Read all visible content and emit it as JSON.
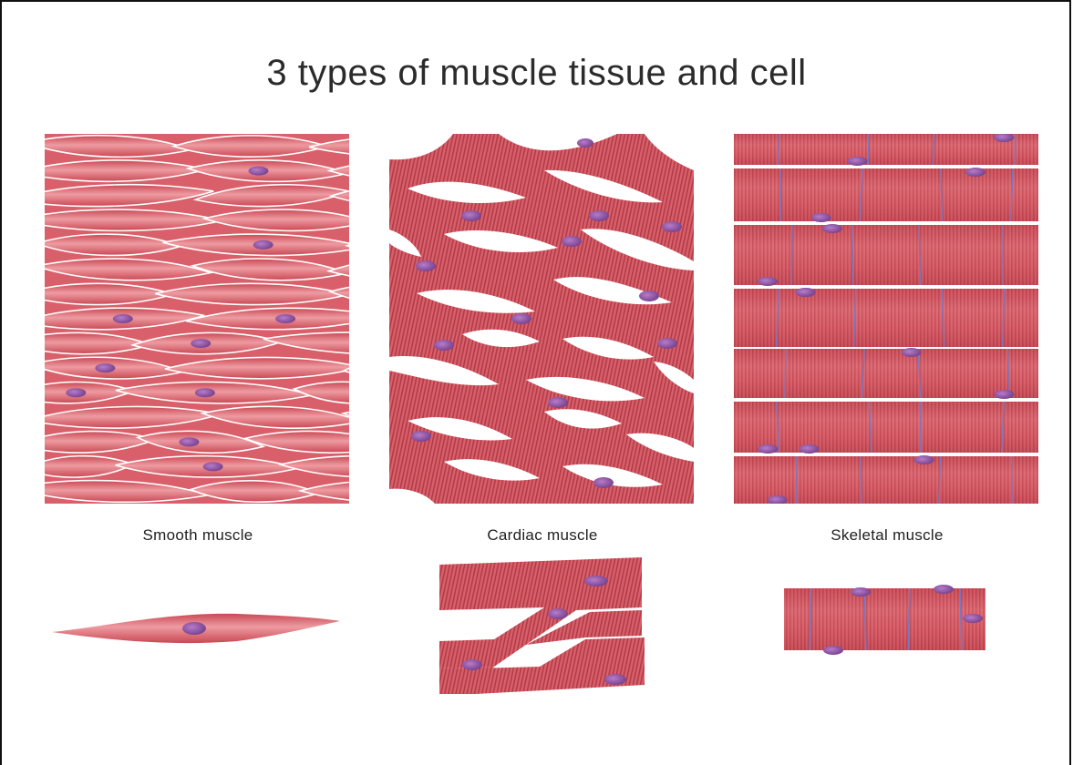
{
  "title": "3 types of muscle tissue and cell",
  "tissues": [
    {
      "label": "Smooth muscle"
    },
    {
      "label": "Cardiac muscle"
    },
    {
      "label": "Skeletal muscle"
    }
  ],
  "colors": {
    "muscle": "#d9606a",
    "muscle_dark": "#b8404c",
    "muscle_light": "#ee9aa0",
    "striation": "#c24853",
    "nucleus": "#8a4fa0",
    "disc": "#7a76c0",
    "frame": "#111111"
  },
  "icons": [
    "smooth-tissue-illustration",
    "cardiac-tissue-illustration",
    "skeletal-tissue-illustration",
    "smooth-cell-illustration",
    "cardiac-cell-illustration",
    "skeletal-cell-illustration"
  ]
}
